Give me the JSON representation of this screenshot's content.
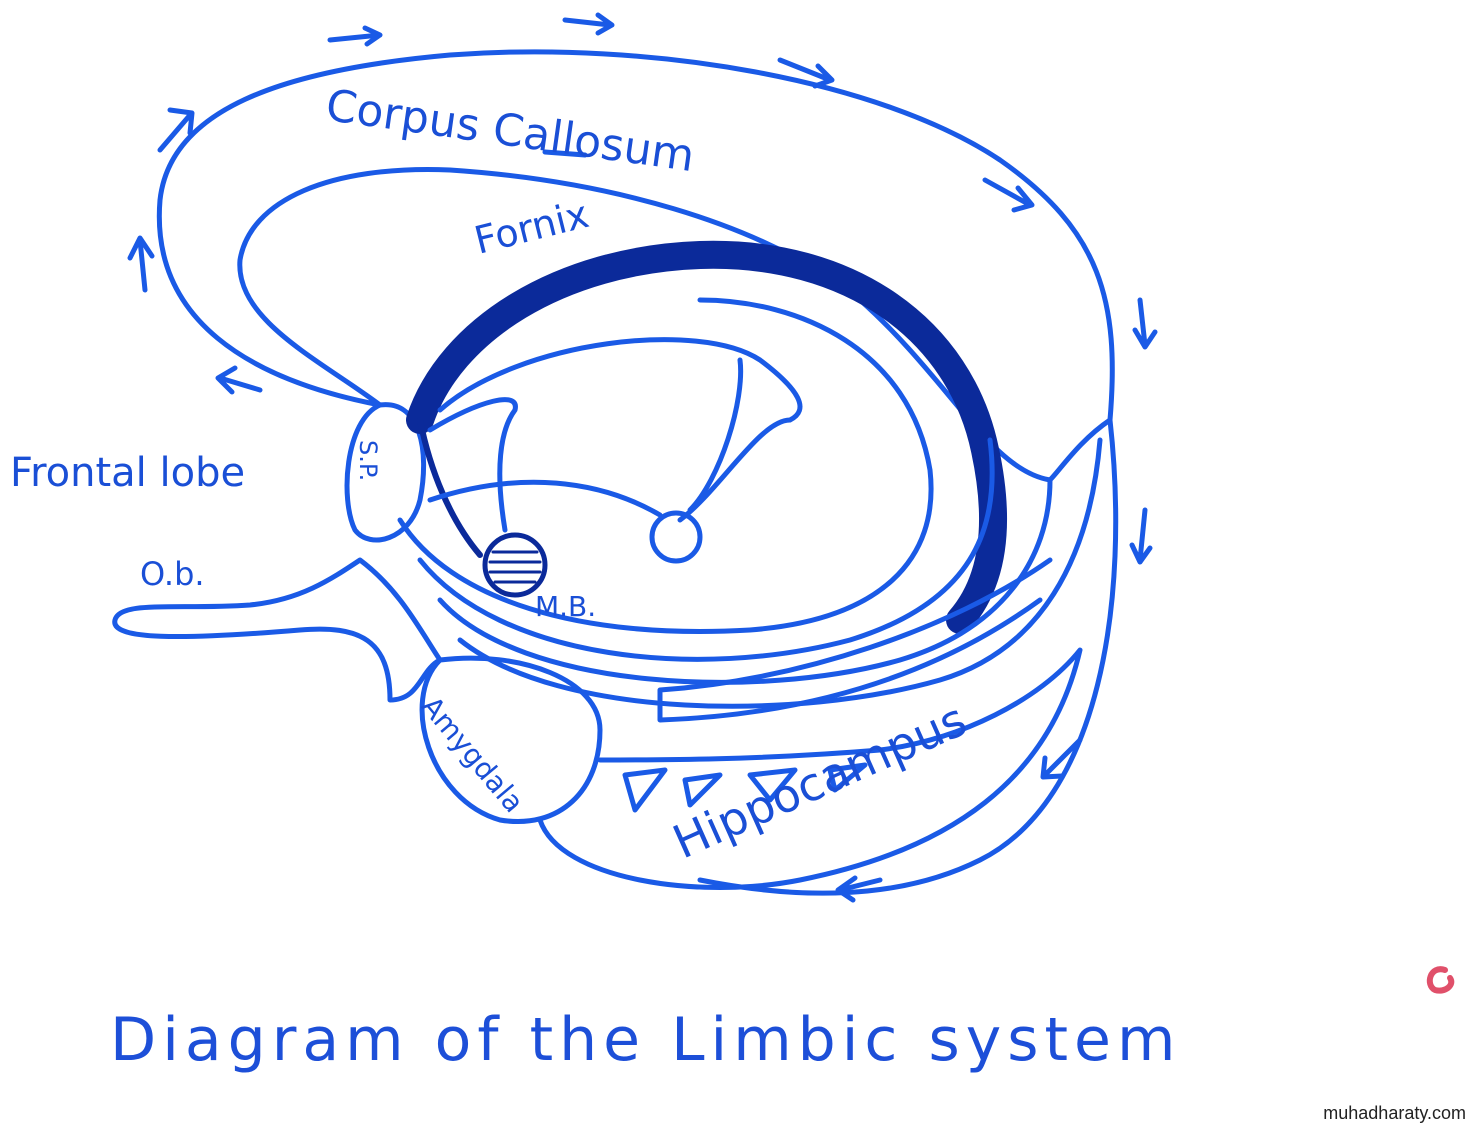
{
  "title": "Diagram of the Limbic system",
  "labels": {
    "corpus_callosum": "Corpus Callosum",
    "fornix": "Fornix",
    "frontal_lobe": "Frontal lobe",
    "olfactory_bulb": "O.b.",
    "mammillary_body": "M.B.",
    "amygdala": "Amygdala",
    "hippocampus": "Hippocampus",
    "septum": "S.P."
  },
  "watermark": "muhadharaty.com",
  "colors": {
    "ink": "#1a55e0",
    "dark_ink": "#0b2a9a",
    "mark": "#e0506a"
  }
}
